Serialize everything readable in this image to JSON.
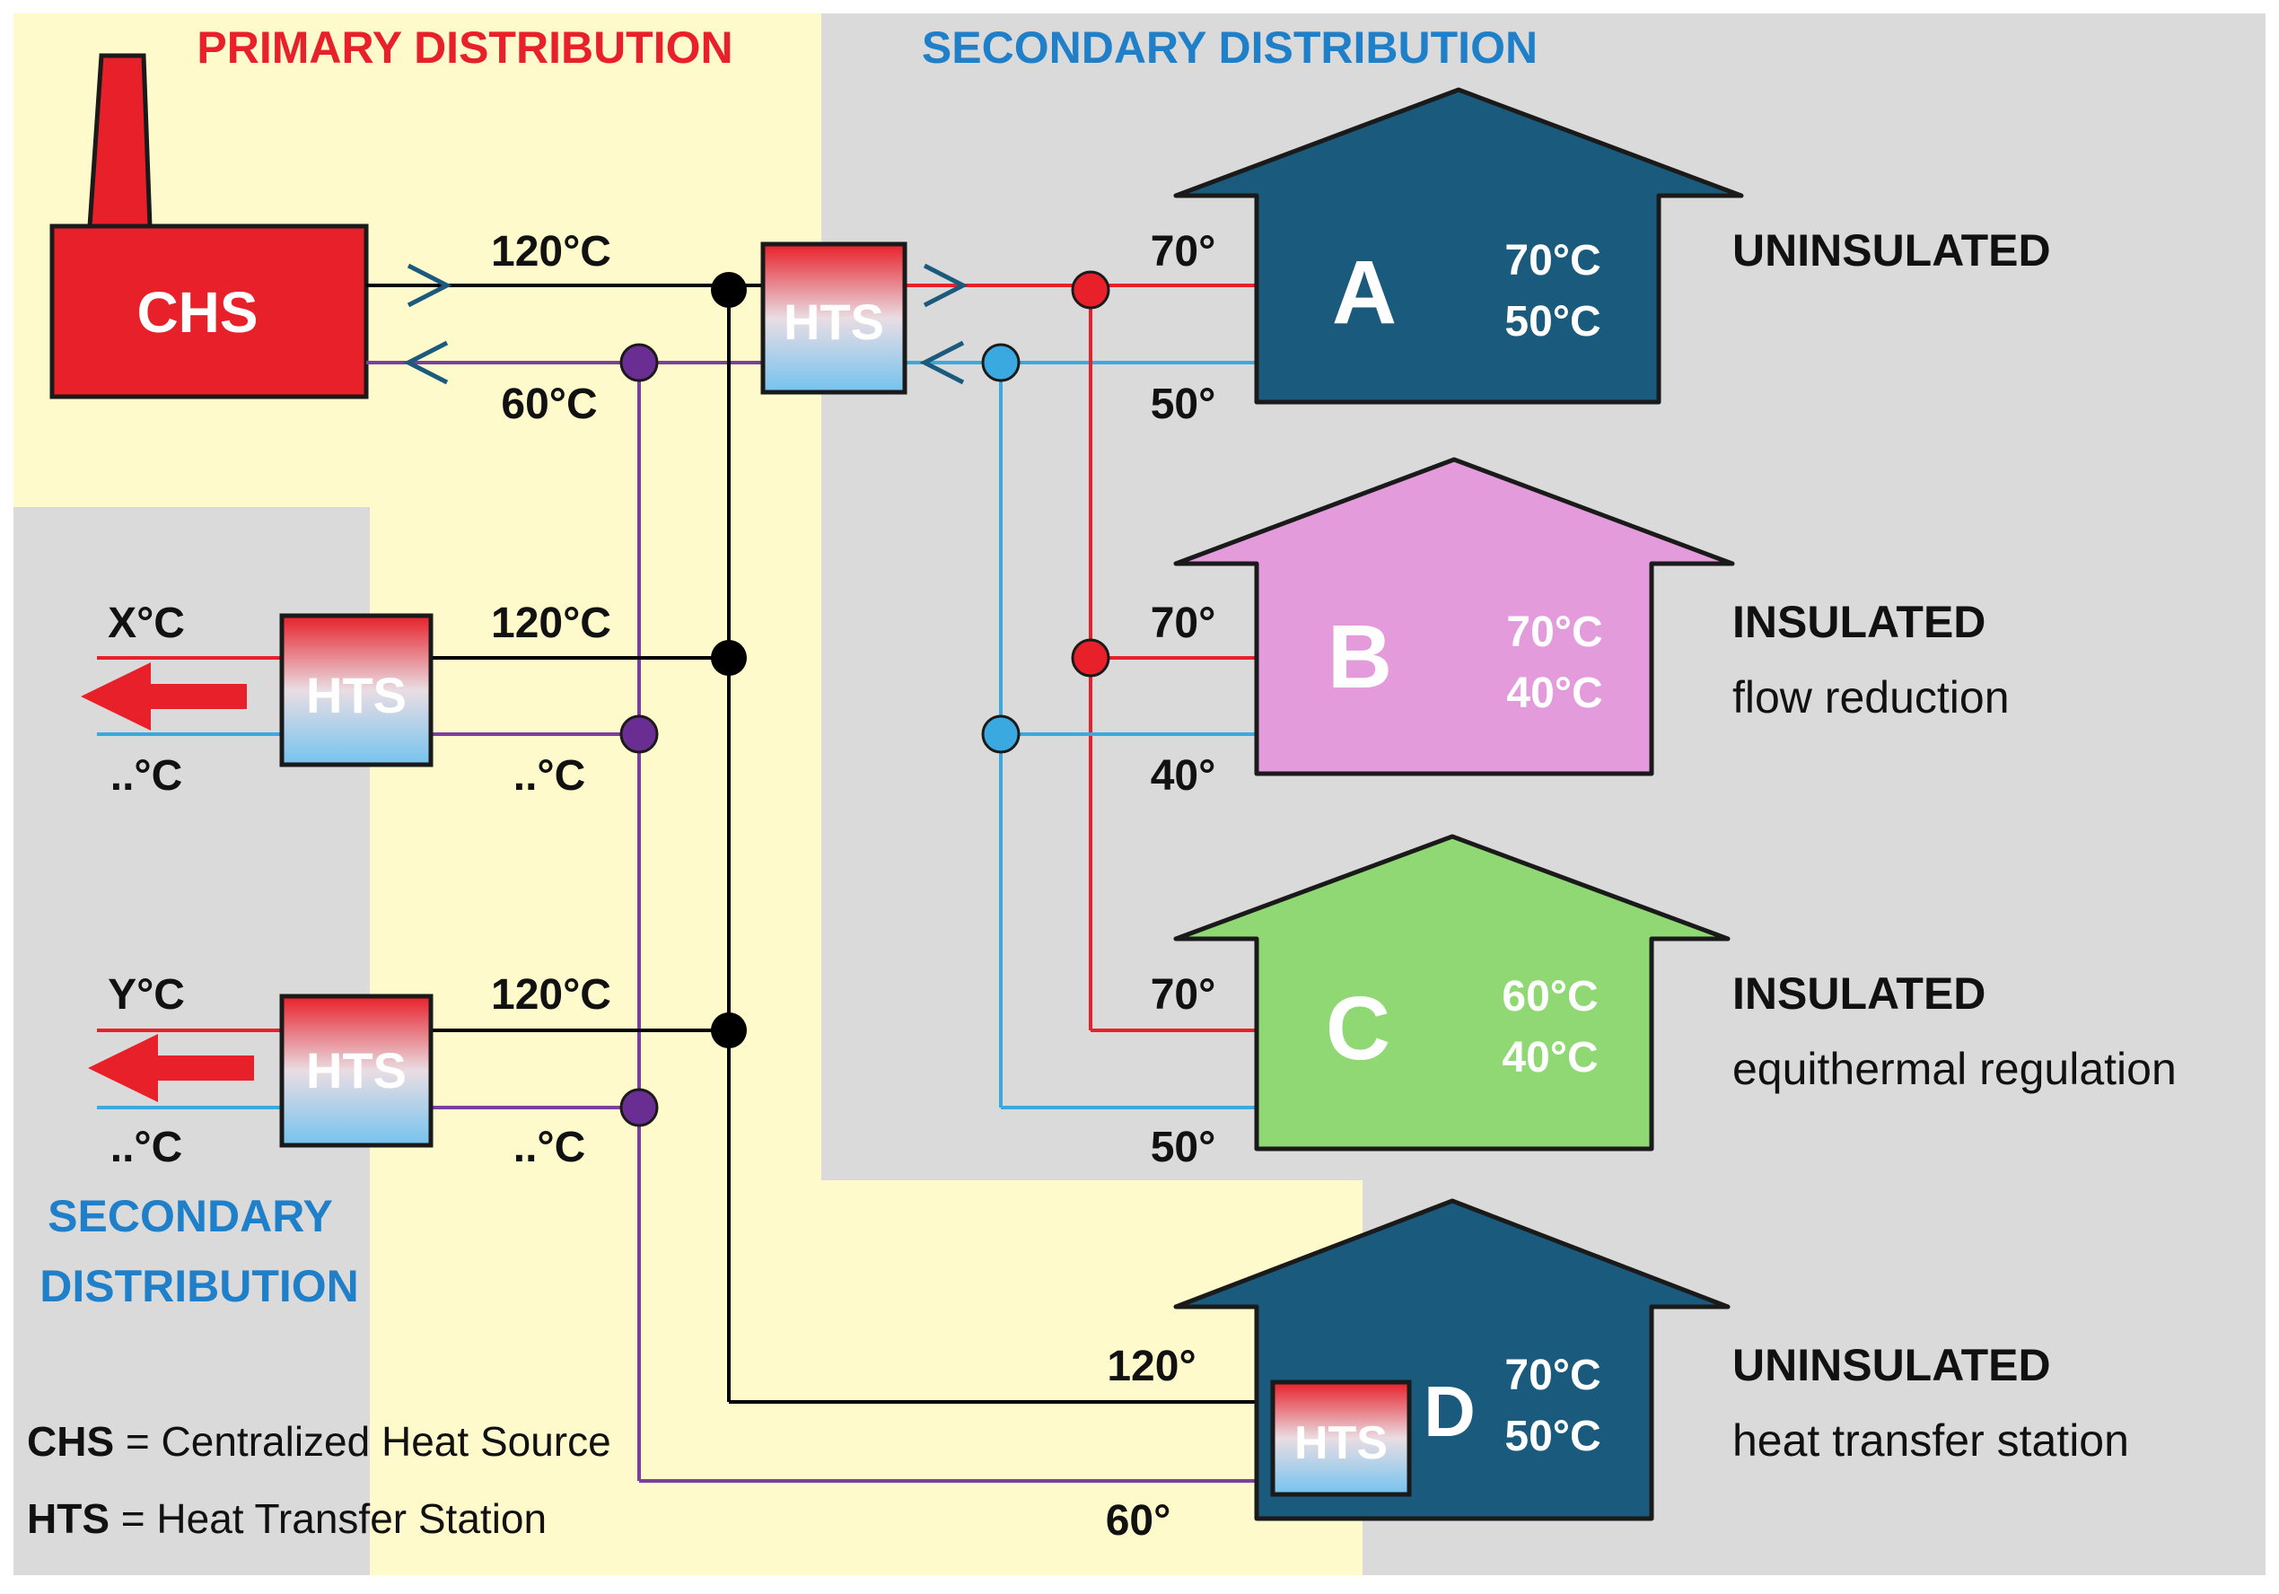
{
  "headings": {
    "primary": "PRIMARY DISTRIBUTION",
    "secondary_top": "SECONDARY DISTRIBUTION",
    "secondary_left_line1": "SECONDARY",
    "secondary_left_line2": "DISTRIBUTION"
  },
  "source": {
    "label": "CHS"
  },
  "hts_label": "HTS",
  "primary_temps": {
    "supply_main": "120°C",
    "return_main": "60°C",
    "supply_x": "120°C",
    "return_x": "..°C",
    "supply_y": "120°C",
    "return_y": "..°C",
    "supply_d": "120°",
    "return_d": "60°"
  },
  "left_outputs": {
    "x_supply": "X°C",
    "x_return": "..°C",
    "y_supply": "Y°C",
    "y_return": "..°C"
  },
  "buildings": [
    {
      "letter": "A",
      "temp_in": "70°C",
      "temp_out": "50°C",
      "pipe_supply": "70°",
      "pipe_return": "50°",
      "title": "UNINSULATED",
      "subtitle": "",
      "color": "#1a5a7d",
      "temp_color": "#ffffff"
    },
    {
      "letter": "B",
      "temp_in": "70°C",
      "temp_out": "40°C",
      "pipe_supply": "70°",
      "pipe_return": "40°",
      "title": "INSULATED",
      "subtitle": "flow reduction",
      "color": "#e39bdc",
      "temp_color": "#ffffff"
    },
    {
      "letter": "C",
      "temp_in": "60°C",
      "temp_out": "40°C",
      "pipe_supply": "70°",
      "pipe_return": "50°",
      "title": "INSULATED",
      "subtitle": "equithermal regulation",
      "color": "#8fd873",
      "temp_color": "#ffffff"
    },
    {
      "letter": "D",
      "temp_in": "70°C",
      "temp_out": "50°C",
      "pipe_supply": "",
      "pipe_return": "",
      "title": "UNINSULATED",
      "subtitle": "heat transfer station",
      "color": "#1a5a7d",
      "temp_color": "#ffffff"
    }
  ],
  "legend": [
    {
      "abbr": "CHS",
      "text": " = Centralized Heat Source"
    },
    {
      "abbr": "HTS",
      "text": " = Heat Transfer Station"
    }
  ],
  "colors": {
    "primary_zone": "#fffacc",
    "secondary_zone": "#dadada",
    "heading_red": "#e8202a",
    "heading_blue": "#1f7fc9",
    "supply_red": "#e8202a",
    "return_blue": "#3aa9e0",
    "return_purple": "#7b3fa0",
    "node_purple": "#6a2d91",
    "chs_red": "#e8202a",
    "pipe_black": "#000000"
  }
}
